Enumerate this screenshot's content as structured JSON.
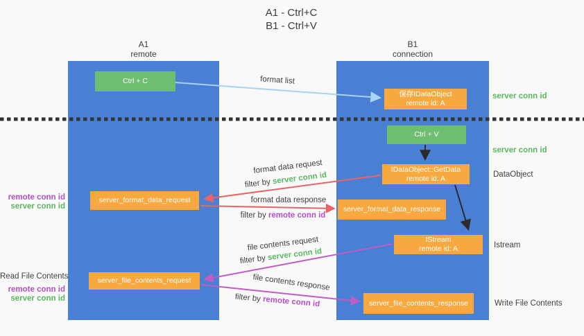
{
  "title": {
    "line1": "A1 - Ctrl+C",
    "line2": "B1 - Ctrl+V"
  },
  "columns": {
    "left": {
      "name": "A1",
      "role": "remote"
    },
    "right": {
      "name": "B1",
      "role": "connection"
    }
  },
  "nodes": {
    "ctrl_c": "Ctrl + C",
    "ctrl_v": "Ctrl + V",
    "save_idataobject": {
      "line1": "保存IDataObject",
      "line2": "remote id: A"
    },
    "getdata": {
      "line1": "IDataObject::GetData",
      "line2": "remote id: A"
    },
    "istream": {
      "line1": "IStream",
      "line2": "remote id: A"
    },
    "format_request": "server_format_data_request",
    "format_response": "server_format_data_response",
    "file_request": "server_file_contents_request",
    "file_response": "server_file_contents_response"
  },
  "arrow_labels": {
    "format_list": "format list",
    "format_data_request": "format data request",
    "format_data_response": "format data response",
    "file_contents_request": "file contents request",
    "file_contents_response": "file contents response",
    "filter_by": "filter by ",
    "server_conn_id": "server conn id",
    "remote_conn_id": "remote conn id"
  },
  "side_labels": {
    "server_conn_id_top": "server conn id",
    "server_conn_id_mid": "server conn id",
    "dataobject": "DataObject",
    "istream": "Istream",
    "write_file_contents": "Write File Contents",
    "read_file_contents": "Read File Contents",
    "remote_conn_id": "remote conn id",
    "server_conn_id": "server conn id"
  },
  "colors": {
    "lifeline_blue": "#4a80d4",
    "node_green": "#6fbf72",
    "node_orange": "#f7a940",
    "arrow_blue": "#a9d3f2",
    "arrow_red": "#e96565",
    "arrow_purple": "#c05cc8",
    "arrow_black": "#2b2b2b",
    "text_green": "#5cb860",
    "text_purple": "#b44fc8",
    "background": "#f9f9f9"
  }
}
